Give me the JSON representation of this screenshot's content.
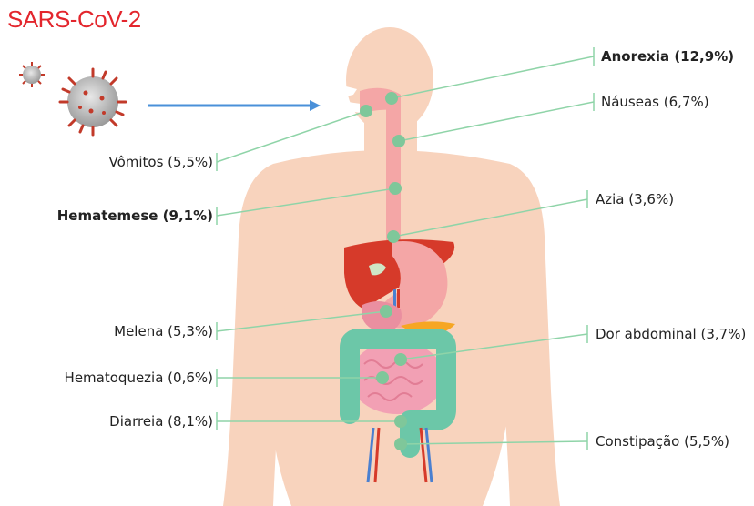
{
  "title": "SARS-CoV-2",
  "colors": {
    "title": "#e3262d",
    "body": "#f8d3bd",
    "marker": "#7fc79a",
    "line": "#8fd4a8",
    "arrow": "#4a90d9",
    "liver": "#d63a2a",
    "stomach": "#f4a6a6",
    "colon": "#6cc7a8",
    "intestine": "#f2a0b4"
  },
  "labels": {
    "anorexia": "Anorexia (12,9%)",
    "nauseas": "Náuseas (6,7%)",
    "vomitos": "Vômitos (5,5%)",
    "hematemese": "Hematemese (9,1%)",
    "azia": "Azia (3,6%)",
    "melena": "Melena (5,3%)",
    "dor_abdominal": "Dor abdominal (3,7%)",
    "hematoquezia": "Hematoquezia (0,6%)",
    "diarreia": "Diarreia (8,1%)",
    "constipacao": "Constipação (5,5%)"
  }
}
